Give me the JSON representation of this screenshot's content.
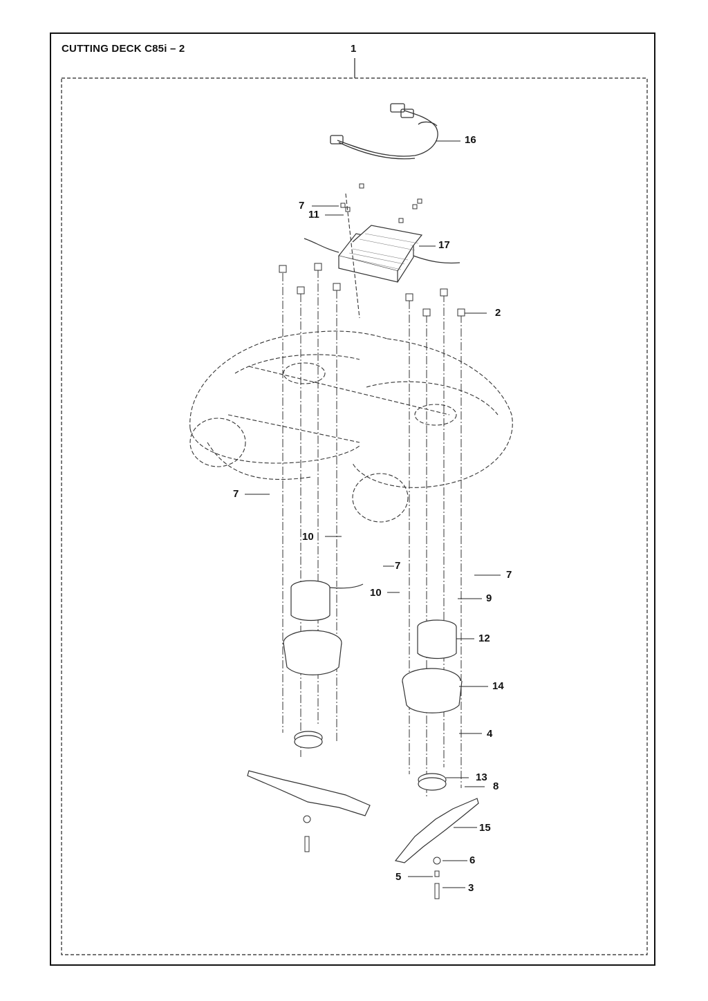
{
  "title": "CUTTING DECK C85i – 2",
  "callouts": [
    {
      "id": "c1",
      "text": "1"
    },
    {
      "id": "c16",
      "text": "16"
    },
    {
      "id": "c7a",
      "text": "7"
    },
    {
      "id": "c11",
      "text": "11"
    },
    {
      "id": "c17",
      "text": "17"
    },
    {
      "id": "c2",
      "text": "2"
    },
    {
      "id": "c7b",
      "text": "7"
    },
    {
      "id": "c10a",
      "text": "10"
    },
    {
      "id": "c7c",
      "text": "7"
    },
    {
      "id": "c7d",
      "text": "7"
    },
    {
      "id": "c10b",
      "text": "10"
    },
    {
      "id": "c9",
      "text": "9"
    },
    {
      "id": "c12",
      "text": "12"
    },
    {
      "id": "c14",
      "text": "14"
    },
    {
      "id": "c4",
      "text": "4"
    },
    {
      "id": "c13",
      "text": "13"
    },
    {
      "id": "c8",
      "text": "8"
    },
    {
      "id": "c15",
      "text": "15"
    },
    {
      "id": "c6",
      "text": "6"
    },
    {
      "id": "c5",
      "text": "5"
    },
    {
      "id": "c3",
      "text": "3"
    }
  ]
}
